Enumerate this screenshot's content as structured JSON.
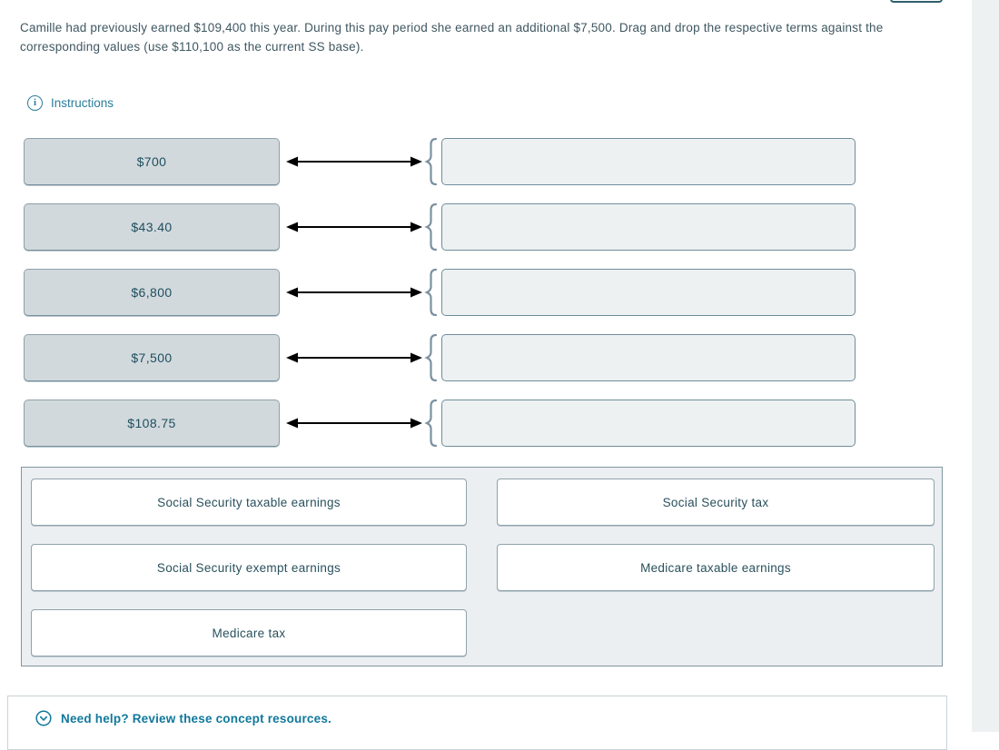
{
  "page": {
    "background": "#ffffff",
    "right_strip_color": "#eef1f2",
    "accent_teal": "#2a7d9c",
    "value_text_color": "#1d4f5e",
    "body_text_color": "#3f5761"
  },
  "question": {
    "text": "Camille had previously earned $109,400 this year. During this pay period she earned an additional $7,500. Drag and drop the respective terms against the corresponding values (use $110,100 as the current SS base)."
  },
  "instructions": {
    "label": "Instructions",
    "icon": "info-icon",
    "icon_glyph": "i"
  },
  "match_rows": [
    {
      "value": "$700"
    },
    {
      "value": "$43.40"
    },
    {
      "value": "$6,800"
    },
    {
      "value": "$7,500"
    },
    {
      "value": "$108.75"
    }
  ],
  "term_bank": {
    "terms": [
      "Social Security taxable earnings",
      "Social Security tax",
      "Social Security exempt earnings",
      "Medicare taxable earnings",
      "Medicare tax"
    ]
  },
  "help": {
    "label": "Need help? Review these concept resources.",
    "icon": "chevron-down-icon"
  }
}
